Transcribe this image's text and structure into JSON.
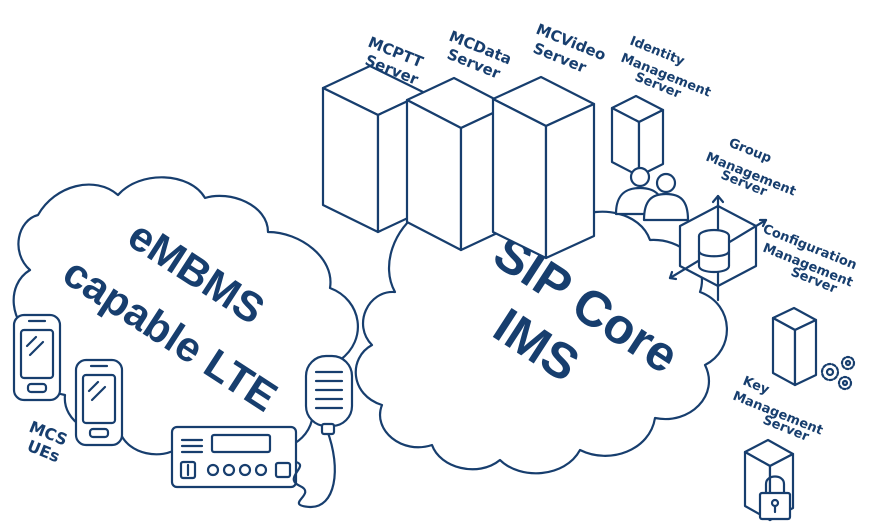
{
  "colors": {
    "ink": "#173e6e",
    "background": "#ffffff"
  },
  "clouds": {
    "lte": {
      "line1": "eMBMS",
      "line2": "capable LTE"
    },
    "ims": {
      "line1": "SIP Core",
      "line2": "IMS"
    }
  },
  "servers": {
    "mcptt": {
      "line1": "MCPTT",
      "line2": "Server"
    },
    "mcdata": {
      "line1": "MCData",
      "line2": "Server"
    },
    "mcvideo": {
      "line1": "MCVideo",
      "line2": "Server"
    },
    "identity": {
      "line1": "Identity",
      "line2": "Management",
      "line3": "Server"
    },
    "group": {
      "line1": "Group",
      "line2": "Management",
      "line3": "Server"
    },
    "configuration": {
      "line1": "Configuration",
      "line2": "Management",
      "line3": "Server"
    },
    "key": {
      "line1": "Key",
      "line2": "Management",
      "line3": "Server"
    }
  },
  "ues": {
    "line1": "MCS",
    "line2": "UEs"
  },
  "icons": [
    "smartphone-icon",
    "mobile-radio-icon",
    "microphone-icon",
    "people-icon",
    "database-icon",
    "gears-icon",
    "padlock-icon",
    "server-tower-icon"
  ]
}
